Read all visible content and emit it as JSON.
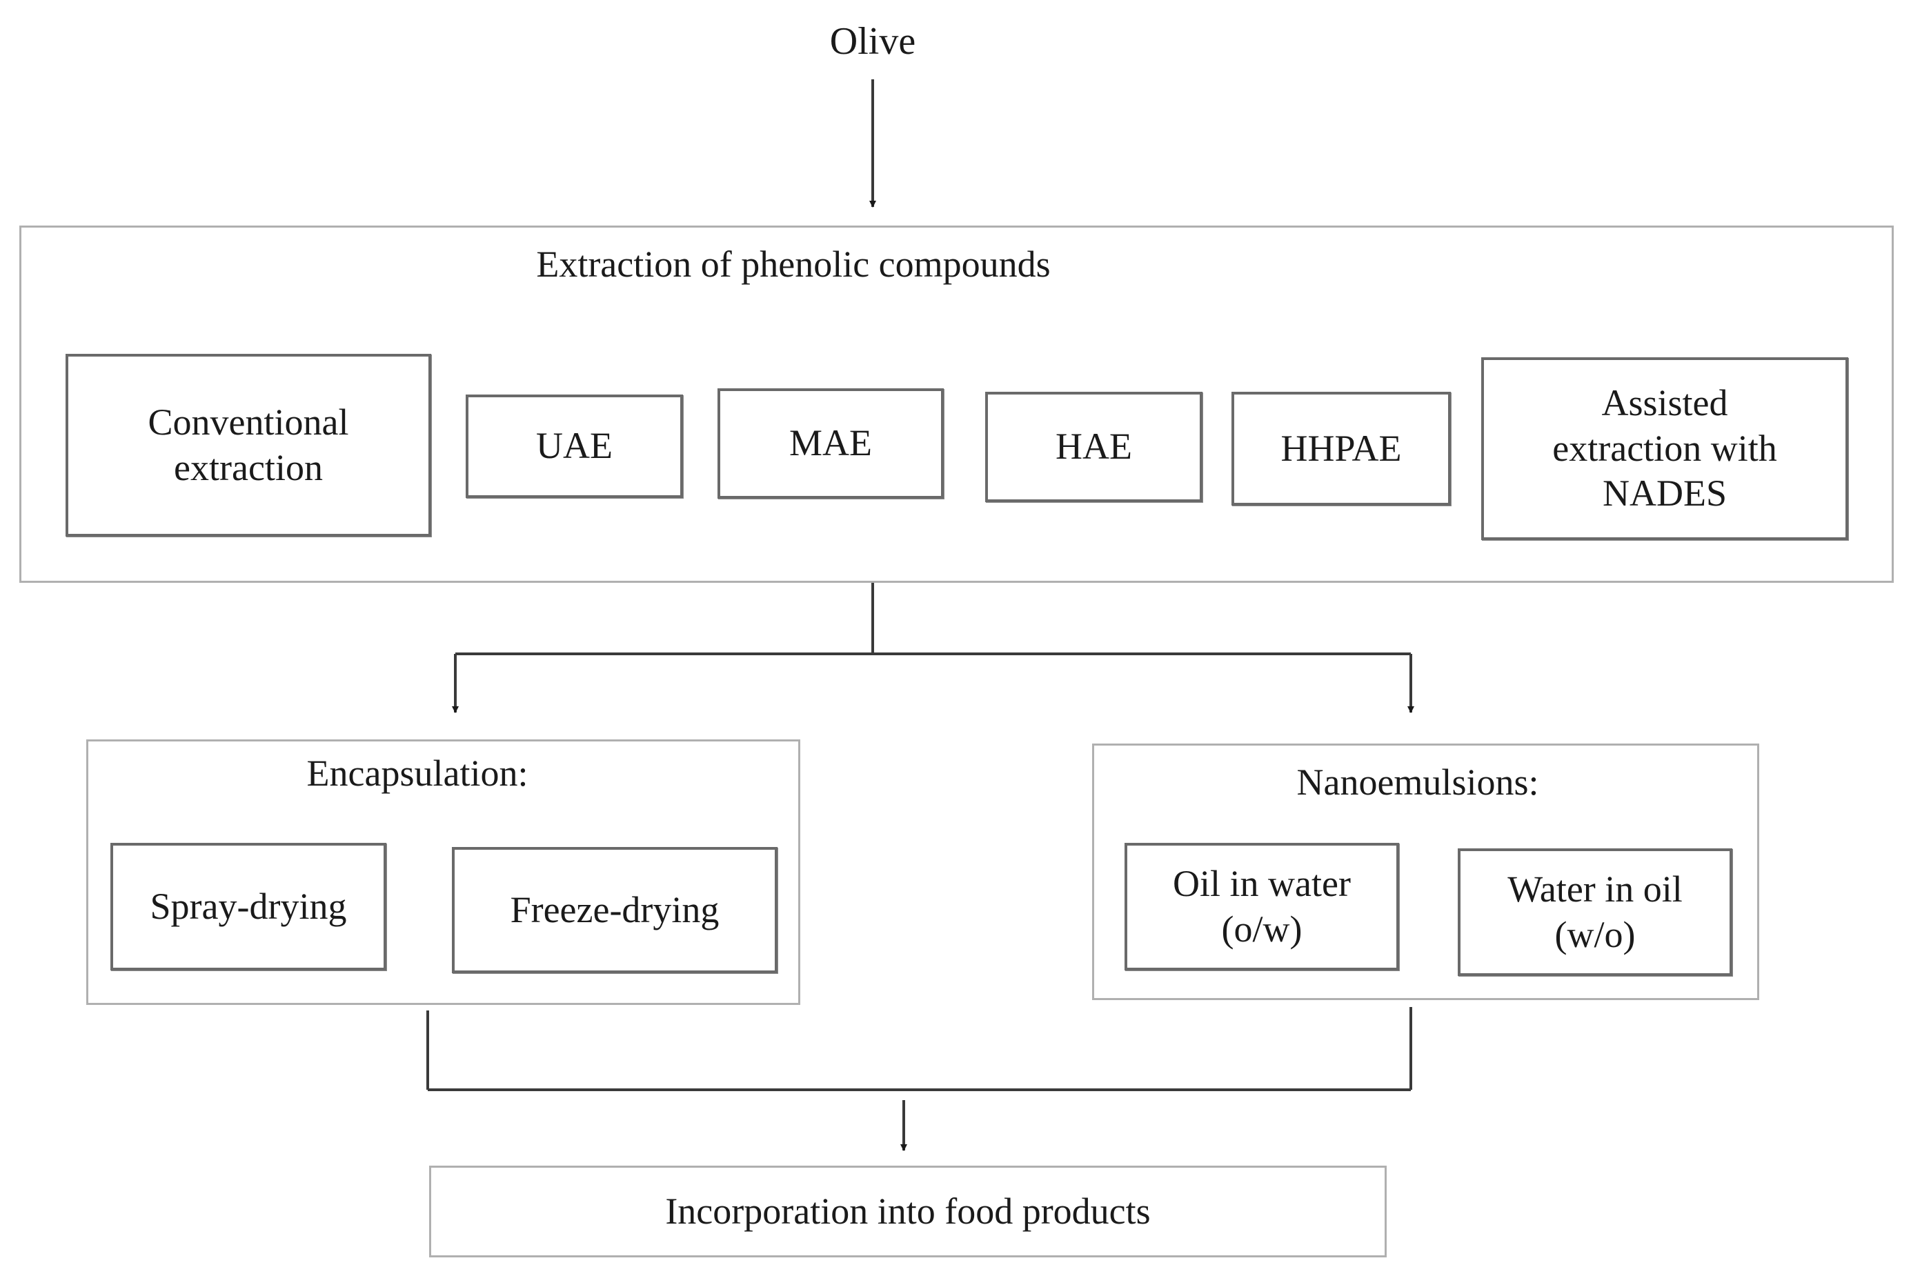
{
  "source_label": "Olive",
  "extraction": {
    "title": "Extraction of phenolic compounds",
    "methods": [
      "Conventional\nextraction",
      "UAE",
      "MAE",
      "HAE",
      "HHPAE",
      "Assisted\nextraction with\nNADES"
    ]
  },
  "encapsulation": {
    "title": "Encapsulation:",
    "methods": [
      "Spray-drying",
      "Freeze-drying"
    ]
  },
  "nanoemulsions": {
    "title": "Nanoemulsions:",
    "types": [
      "Oil in water\n(o/w)",
      "Water in oil\n(w/o)"
    ]
  },
  "result": {
    "label": "Incorporation into food products"
  }
}
